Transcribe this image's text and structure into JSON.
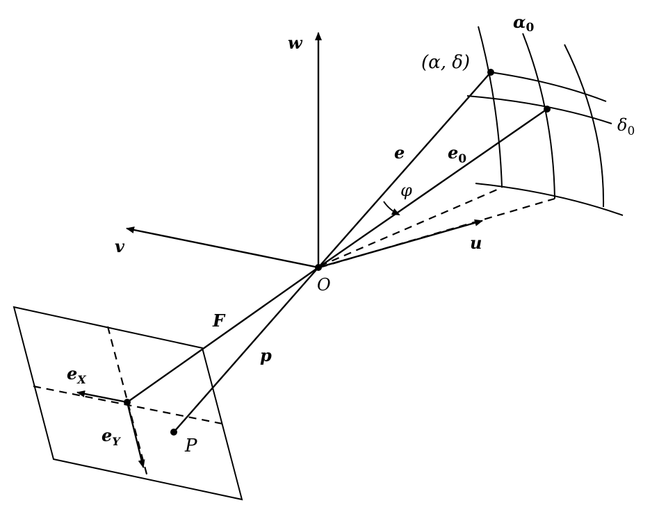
{
  "labels": {
    "w": "w",
    "v": "v",
    "u": "u",
    "origin": "O",
    "e": "e",
    "e0": "e",
    "e0_sub": "0",
    "phi": "φ",
    "alpha_delta": "(α, δ)",
    "alpha0": "α",
    "alpha0_sub": "0",
    "delta0": "δ",
    "delta0_sub": "0",
    "F": "F",
    "p_vec": "p",
    "p_point": "P",
    "eX": "e",
    "eX_sub": "X",
    "eY": "e",
    "eY_sub": "Y"
  }
}
